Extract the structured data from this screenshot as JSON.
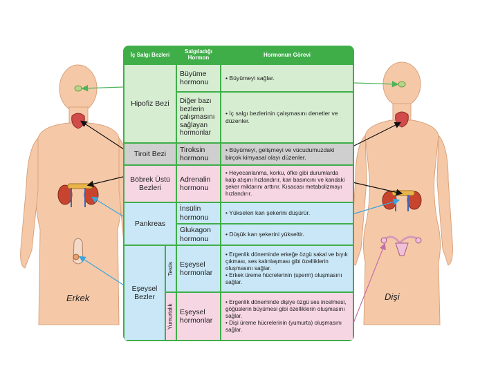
{
  "header": {
    "col_gland": "İç Salgı Bezleri",
    "col_hormone": "Salgıladığı Hormon",
    "col_duty": "Hormonun Görevi"
  },
  "rows": [
    {
      "gland": "Hipofiz Bezi",
      "hormone": "Büyüme hormonu",
      "duty": "• Büyümeyi sağlar."
    },
    {
      "hormone": "Diğer bazı bezlerin çalışmasını sağlayan hormonlar",
      "duty": "• İç salgı bezlerinin çalışmasını denetler ve düzenler."
    },
    {
      "gland": "Tiroit Bezi",
      "hormone": "Tiroksin hormonu",
      "duty": "• Büyümeyi, gelişmeyi ve vücudumuzdaki birçok kimyasal olayı düzenler."
    },
    {
      "gland": "Böbrek Üstü Bezleri",
      "hormone": "Adrenalin hormonu",
      "duty": "• Heyecanlanma, korku, öfke gibi durumlarda kalp atışını hızlandırır, kan basıncını ve kandaki şeker miktarını arttırır. Kısacası metabolizmayı hızlandırır."
    },
    {
      "gland": "Pankreas",
      "hormone": "İnsülin hormonu",
      "duty": "• Yükselen kan şekerini düşürür."
    },
    {
      "hormone": "Glukagon hormonu",
      "duty": "• Düşük kan şekerini yükseltir."
    },
    {
      "gland": "Eşeysel Bezler",
      "sub": "Testis",
      "hormone": "Eşeysel hormonlar",
      "duty": "• Ergenlik döneminde erkeğe özgü sakal ve bıyık çıkması, ses kalınlaşması gibi özelliklerin oluşmasını sağlar.\n• Erkek üreme hücrelerinin (sperm) oluşmasını sağlar."
    },
    {
      "sub": "Yumurtalık",
      "hormone": "Eşeysel hormonlar",
      "duty": "• Ergenlik döneminde dişiye özgü ses incelmesi, göğüslerin büyümesi gibi özelliklerin oluşmasını sağlar.\n• Dişi üreme hücrelerinin (yumurta) oluşmasını sağlar."
    }
  ],
  "labels": {
    "male": "Erkek",
    "female": "Dişi"
  },
  "colors": {
    "table_green": "#3fae49",
    "hipofiz": "#d6edd2",
    "tiroit": "#cfcfcf",
    "adrenal": "#f7d6e3",
    "pankreas": "#c9e7f6",
    "skin": "#f5c9a8",
    "arrow_green": "#4db35a",
    "arrow_blue": "#3aa5dc",
    "arrow_pink": "#c36fa6"
  }
}
